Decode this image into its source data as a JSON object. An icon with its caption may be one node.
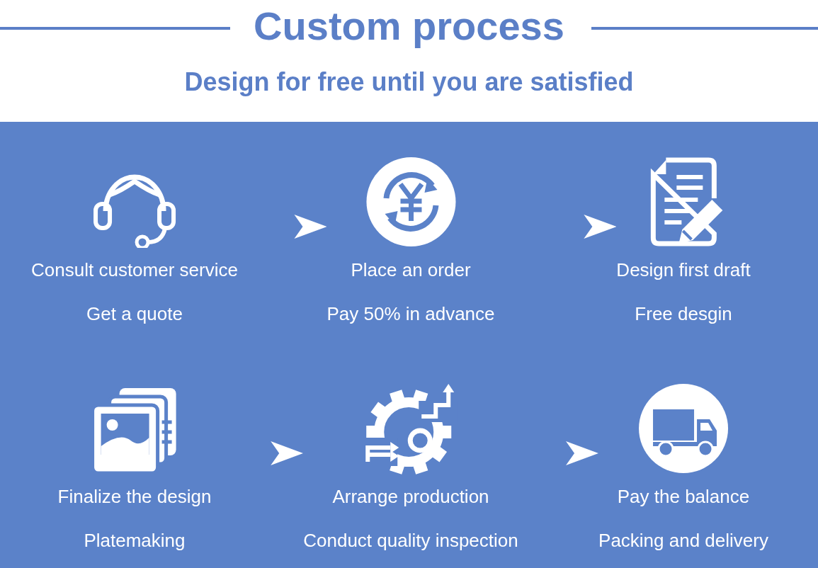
{
  "diagram": {
    "title": "Custom process",
    "nodes": [
      {
        "text": [
          "Consult customer service",
          "Get a quote"
        ]
      },
      {
        "text": [
          "Place an order",
          "Pay 50% in advance"
        ]
      },
      {
        "text": [
          "Design first draft",
          "Free desgin"
        ]
      },
      {
        "text": [
          "Finalize the design",
          "Platemaking"
        ]
      },
      {
        "text": [
          "Arrange production",
          "Conduct quality inspection"
        ]
      },
      {
        "text": [
          "Pay the balance",
          "Packing and delivery"
        ]
      }
    ],
    "edges": [
      {
        "from": 0,
        "to": 1,
        "arrow": "to"
      },
      {
        "from": 1,
        "to": 2,
        "arrow": "to"
      },
      {
        "from": 3,
        "to": 4,
        "arrow": "to"
      },
      {
        "from": 4,
        "to": 5,
        "arrow": "to"
      }
    ],
    "labels": [
      "Design for free until you are satisfied"
    ]
  }
}
